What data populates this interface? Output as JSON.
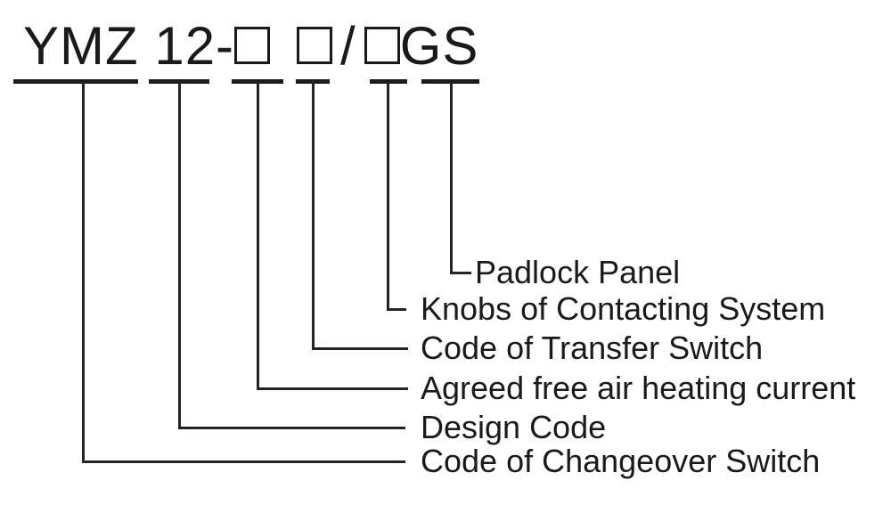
{
  "page": {
    "background_color": "#ffffff",
    "ink_color": "#1a1a1a"
  },
  "model_code": {
    "full_text": "YMZ 12-□ □/□GS",
    "prefix": "YMZ 12-",
    "slash": "/",
    "suffix": "GS",
    "blank_box_glyph": "□",
    "blank_box_count": 3
  },
  "callouts": [
    {
      "label": "Padlock Panel"
    },
    {
      "label": "Knobs of Contacting System"
    },
    {
      "label": "Code of Transfer Switch"
    },
    {
      "label": "Agreed free air heating current"
    },
    {
      "label": "Design Code"
    },
    {
      "label": "Code of Changeover Switch"
    }
  ]
}
